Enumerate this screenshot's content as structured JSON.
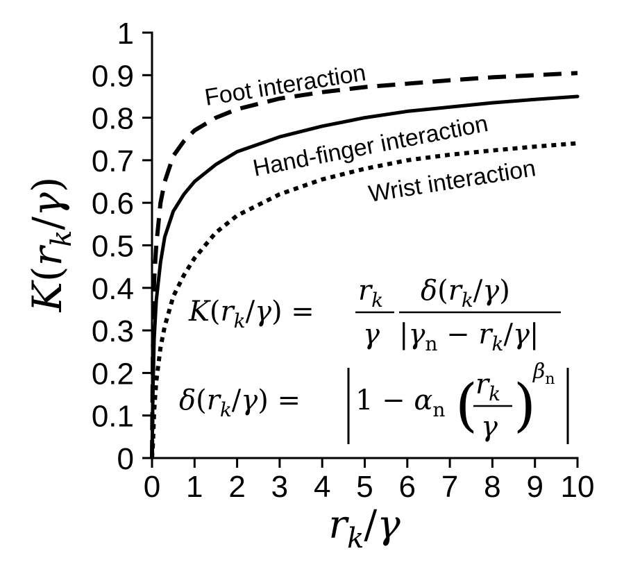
{
  "chart_data": {
    "type": "line",
    "xlabel": "r_k/γ",
    "ylabel": "K(r_k/γ)",
    "xlim": [
      0,
      10
    ],
    "ylim": [
      0,
      1
    ],
    "x_ticks": [
      "0",
      "1",
      "2",
      "3",
      "4",
      "5",
      "6",
      "7",
      "8",
      "9",
      "10"
    ],
    "y_ticks": [
      "0",
      "0.1",
      "0.2",
      "0.3",
      "0.4",
      "0.5",
      "0.6",
      "0.7",
      "0.8",
      "0.9",
      "1"
    ],
    "grid": false,
    "series": [
      {
        "name": "Foot interaction",
        "style": "dashed",
        "x": [
          0.02,
          0.05,
          0.1,
          0.2,
          0.3,
          0.5,
          0.75,
          1,
          1.5,
          2,
          3,
          4,
          5,
          6,
          7,
          8,
          9,
          10
        ],
        "y": [
          0.25,
          0.42,
          0.5,
          0.6,
          0.65,
          0.71,
          0.745,
          0.77,
          0.8,
          0.82,
          0.845,
          0.86,
          0.872,
          0.88,
          0.888,
          0.895,
          0.9,
          0.905
        ]
      },
      {
        "name": "Hand-finger interaction",
        "style": "solid",
        "x": [
          0.02,
          0.05,
          0.1,
          0.2,
          0.3,
          0.5,
          0.75,
          1,
          1.5,
          2,
          3,
          4,
          5,
          6,
          7,
          8,
          9,
          10
        ],
        "y": [
          0.15,
          0.28,
          0.37,
          0.46,
          0.52,
          0.58,
          0.62,
          0.65,
          0.69,
          0.72,
          0.755,
          0.78,
          0.8,
          0.815,
          0.825,
          0.835,
          0.843,
          0.85
        ]
      },
      {
        "name": "Wrist interaction",
        "style": "dotted",
        "x": [
          0.02,
          0.05,
          0.1,
          0.2,
          0.3,
          0.5,
          0.75,
          1,
          1.5,
          2,
          3,
          4,
          5,
          6,
          7,
          8,
          9,
          10
        ],
        "y": [
          0.03,
          0.11,
          0.18,
          0.26,
          0.31,
          0.38,
          0.43,
          0.47,
          0.53,
          0.57,
          0.62,
          0.655,
          0.68,
          0.7,
          0.713,
          0.723,
          0.732,
          0.74
        ]
      }
    ],
    "annotations": [
      "K(r_k/γ) = (r_k/γ) · δ(r_k/γ) / |γ_n − r_k/γ|",
      "δ(r_k/γ) = |1 − α_n (r_k/γ)^β_n|"
    ]
  }
}
